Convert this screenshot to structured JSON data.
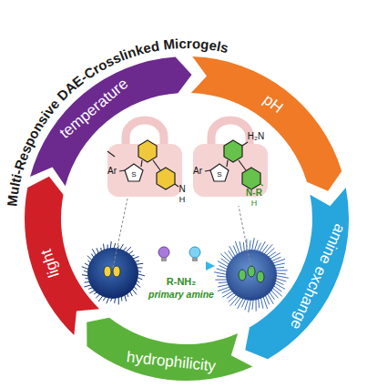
{
  "diagram": {
    "title": "Multi-Responsive DAE-Crosslinked Microgels",
    "nodes": [
      {
        "text": [
          "temperature"
        ]
      },
      {
        "text": [
          "pH"
        ]
      },
      {
        "text": [
          "amine exchange"
        ]
      },
      {
        "text": [
          "hydrophilicity"
        ]
      },
      {
        "text": [
          "light"
        ]
      }
    ],
    "labels": [
      "Ar",
      "S",
      "N",
      "H",
      "Ar",
      "S",
      "H₂N",
      "N-R",
      "H",
      "R-NH₂",
      "primary amine"
    ]
  }
}
